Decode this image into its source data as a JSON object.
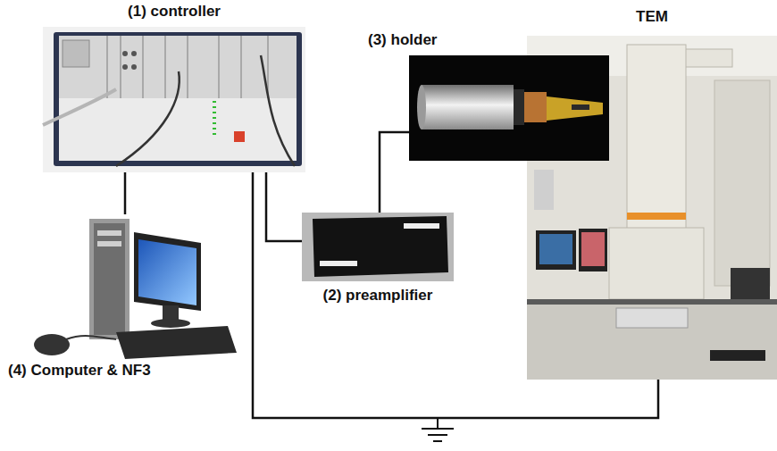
{
  "diagram": {
    "nodes": [
      {
        "text": [
          "(1) controller"
        ]
      },
      {
        "text": [
          "(3) holder"
        ]
      },
      {
        "text": [
          "TEM"
        ]
      },
      {
        "text": [
          "(2) preamplifier"
        ]
      },
      {
        "text": [
          "(4) Computer & NF3"
        ]
      }
    ],
    "edges": [
      {
        "from": 0,
        "to": 4,
        "arrow": "none"
      },
      {
        "from": 0,
        "to": 3,
        "arrow": "none"
      },
      {
        "from": 3,
        "to": 1,
        "arrow": "none"
      },
      {
        "from": 0,
        "to": 2,
        "arrow": "none"
      }
    ]
  }
}
